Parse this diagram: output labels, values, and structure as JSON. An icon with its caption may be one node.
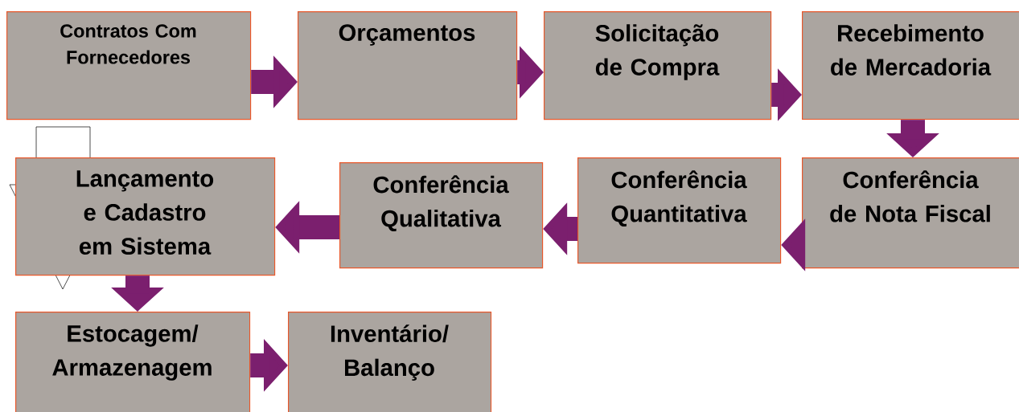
{
  "diagram": {
    "nodes": [
      {
        "text": [
          "Contratos Com Fornecedores"
        ]
      },
      {
        "text": [
          "Orçamentos"
        ]
      },
      {
        "text": [
          "Solicitação de Compra"
        ]
      },
      {
        "text": [
          "Recebimento de Mercadoria"
        ]
      },
      {
        "text": [
          "Lançamento e Cadastro em Sistema"
        ]
      },
      {
        "text": [
          "Conferência Qualitativa"
        ]
      },
      {
        "text": [
          "Conferência Quantitativa"
        ]
      },
      {
        "text": [
          "Conferência de Nota Fiscal"
        ]
      },
      {
        "text": [
          "Estocagem/ Armazenagem"
        ]
      },
      {
        "text": [
          "Inventário/ Balanço"
        ]
      }
    ],
    "edges": [
      {
        "from": 0,
        "to": 1,
        "arrow": "to"
      },
      {
        "from": 1,
        "to": 2,
        "arrow": "to"
      },
      {
        "from": 2,
        "to": 3,
        "arrow": "to"
      },
      {
        "from": 3,
        "to": 7,
        "arrow": "to"
      },
      {
        "from": 7,
        "to": 6,
        "arrow": "to"
      },
      {
        "from": 6,
        "to": 5,
        "arrow": "to"
      },
      {
        "from": 5,
        "to": 4,
        "arrow": "to"
      },
      {
        "from": 4,
        "to": 8,
        "arrow": "to"
      },
      {
        "from": 8,
        "to": 9,
        "arrow": "to"
      },
      {
        "from": 0,
        "to": 4,
        "arrow": "to",
        "color": "#ffffff"
      }
    ]
  }
}
